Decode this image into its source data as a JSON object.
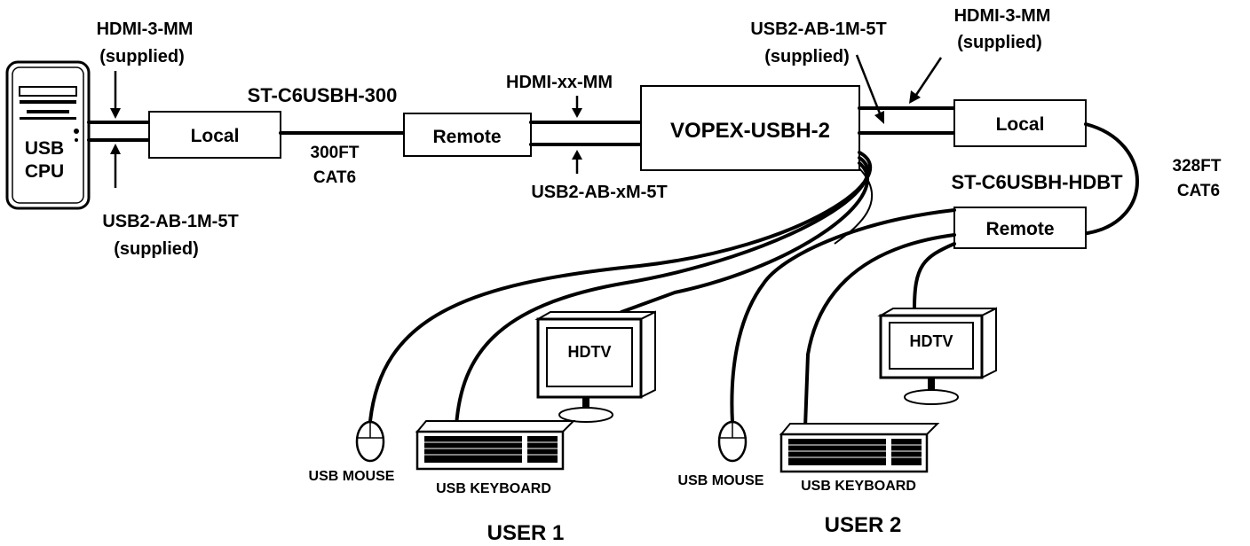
{
  "cpu": {
    "line1": "USB",
    "line2": "CPU"
  },
  "labels": {
    "hdmi_left_1": "HDMI-3-MM",
    "hdmi_left_2": "(supplied)",
    "usb_left_1": "USB2-AB-1M-5T",
    "usb_left_2": "(supplied)",
    "extender1_name": "ST-C6USBH-300",
    "extender1_cable_1": "300FT",
    "extender1_cable_2": "CAT6",
    "hdmi_mid": "HDMI-xx-MM",
    "usb_mid": "USB2-AB-xM-5T",
    "usb_right_1": "USB2-AB-1M-5T",
    "usb_right_2": "(supplied)",
    "hdmi_right_1": "HDMI-3-MM",
    "hdmi_right_2": "(supplied)",
    "extender2_name": "ST-C6USBH-HDBT",
    "extender2_cable_1": "328FT",
    "extender2_cable_2": "CAT6"
  },
  "boxes": {
    "local1": "Local",
    "remote1": "Remote",
    "vopex": "VOPEX-USBH-2",
    "local2": "Local",
    "remote2": "Remote"
  },
  "user1": {
    "mouse": "USB MOUSE",
    "keyboard": "USB KEYBOARD",
    "monitor": "HDTV",
    "title": "USER 1"
  },
  "user2": {
    "mouse": "USB MOUSE",
    "keyboard": "USB KEYBOARD",
    "monitor": "HDTV",
    "title": "USER 2"
  }
}
